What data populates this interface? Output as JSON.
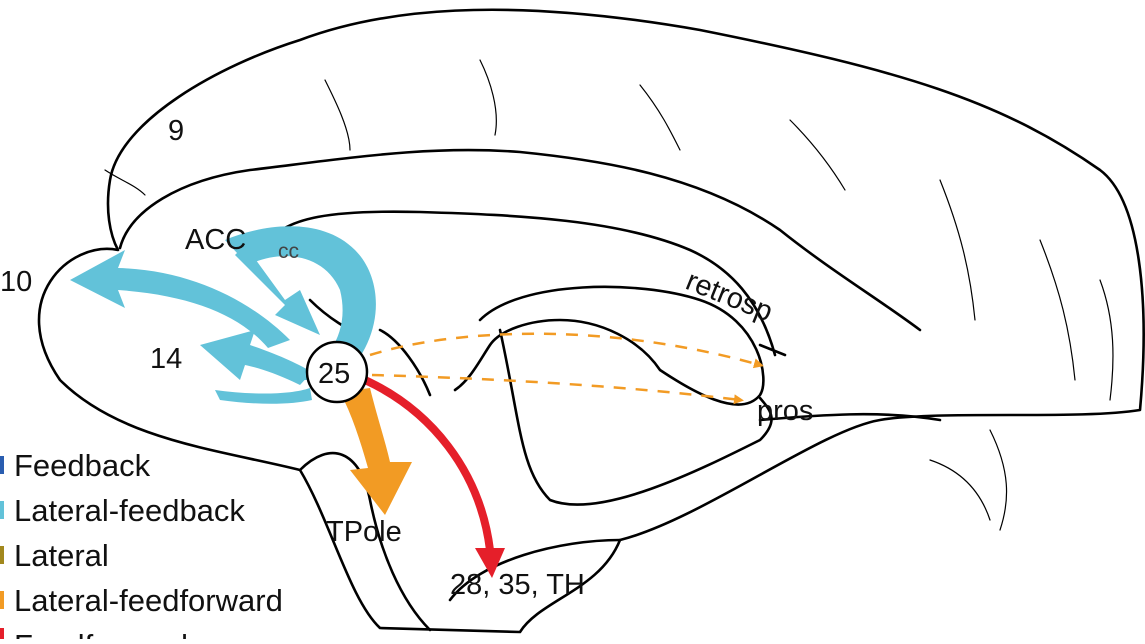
{
  "colors": {
    "feedback": "#2a5db0",
    "lateral_feedback": "#62c2d9",
    "lateral": "#a2881d",
    "lateral_feedforward": "#f29b24",
    "feedforward": "#e51f2a",
    "outline": "#000000"
  },
  "regions": {
    "r9": "9",
    "r10": "10",
    "r14": "14",
    "r25": "25",
    "acc": "ACC",
    "cc": "cc",
    "retrosp": "retrosp",
    "pros": "pros",
    "tpole": "TPole",
    "hippo": "28, 35, TH"
  },
  "legend": [
    {
      "label": "Feedback",
      "color": "#2a5db0"
    },
    {
      "label": "Lateral-feedback",
      "color": "#62c2d9"
    },
    {
      "label": "Lateral",
      "color": "#a2881d"
    },
    {
      "label": "Lateral-feedforward",
      "color": "#f29b24"
    },
    {
      "label": "Feedforward",
      "color": "#e51f2a"
    }
  ]
}
